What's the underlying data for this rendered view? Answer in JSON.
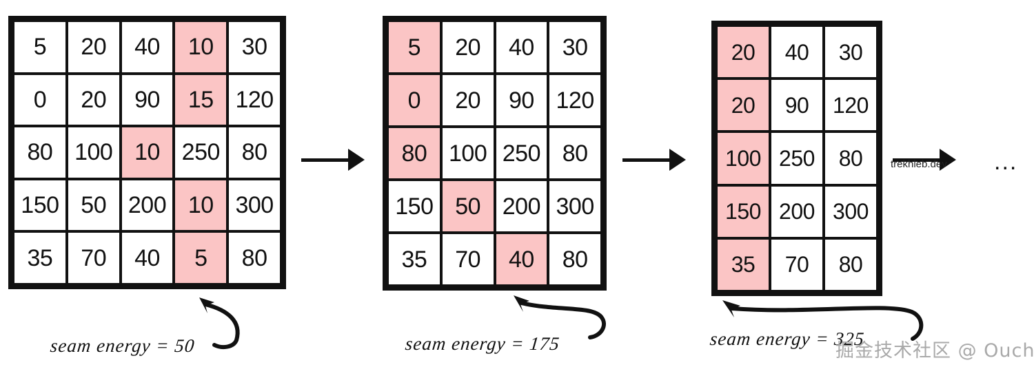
{
  "figure": {
    "topic": "seam-carving-energy-steps",
    "colors": {
      "highlight": "#fbc5c5",
      "ink": "#111111",
      "cell_background": "#ffffff",
      "watermark": "#a9a9a9",
      "page_background": "#ffffff"
    }
  },
  "steps": [
    {
      "id": "step-1",
      "columns": 5,
      "rows": 5,
      "values": [
        [
          "5",
          "20",
          "40",
          "10",
          "30"
        ],
        [
          "0",
          "20",
          "90",
          "15",
          "120"
        ],
        [
          "80",
          "100",
          "10",
          "250",
          "80"
        ],
        [
          "150",
          "50",
          "200",
          "10",
          "300"
        ],
        [
          "35",
          "70",
          "40",
          "5",
          "80"
        ]
      ],
      "highlighted": [
        [
          false,
          false,
          false,
          true,
          false
        ],
        [
          false,
          false,
          false,
          true,
          false
        ],
        [
          false,
          false,
          true,
          false,
          false
        ],
        [
          false,
          false,
          false,
          true,
          false
        ],
        [
          false,
          false,
          false,
          true,
          false
        ]
      ],
      "caption": "seam energy = 50",
      "seam_energy": 50
    },
    {
      "id": "step-2",
      "columns": 4,
      "rows": 5,
      "values": [
        [
          "5",
          "20",
          "40",
          "30"
        ],
        [
          "0",
          "20",
          "90",
          "120"
        ],
        [
          "80",
          "100",
          "250",
          "80"
        ],
        [
          "150",
          "50",
          "200",
          "300"
        ],
        [
          "35",
          "70",
          "40",
          "80"
        ]
      ],
      "highlighted": [
        [
          true,
          false,
          false,
          false
        ],
        [
          true,
          false,
          false,
          false
        ],
        [
          true,
          false,
          false,
          false
        ],
        [
          false,
          true,
          false,
          false
        ],
        [
          false,
          false,
          true,
          false
        ]
      ],
      "caption": "seam energy = 175",
      "seam_energy": 175
    },
    {
      "id": "step-3",
      "columns": 3,
      "rows": 5,
      "values": [
        [
          "20",
          "40",
          "30"
        ],
        [
          "20",
          "90",
          "120"
        ],
        [
          "100",
          "250",
          "80"
        ],
        [
          "150",
          "200",
          "300"
        ],
        [
          "35",
          "70",
          "80"
        ]
      ],
      "highlighted": [
        [
          true,
          false,
          false
        ],
        [
          true,
          false,
          false
        ],
        [
          true,
          false,
          false
        ],
        [
          true,
          false,
          false
        ],
        [
          true,
          false,
          false
        ]
      ],
      "caption": "seam energy = 325",
      "seam_energy": 325
    }
  ],
  "arrows": {
    "between_step1_step2": "right-arrow",
    "between_step2_step3": "right-arrow",
    "after_step3": "right-arrow",
    "after_step3_label": "trekhleb.dev",
    "continuation": "..."
  },
  "watermark": {
    "text": "掘金技术社区 @ Ouch"
  }
}
